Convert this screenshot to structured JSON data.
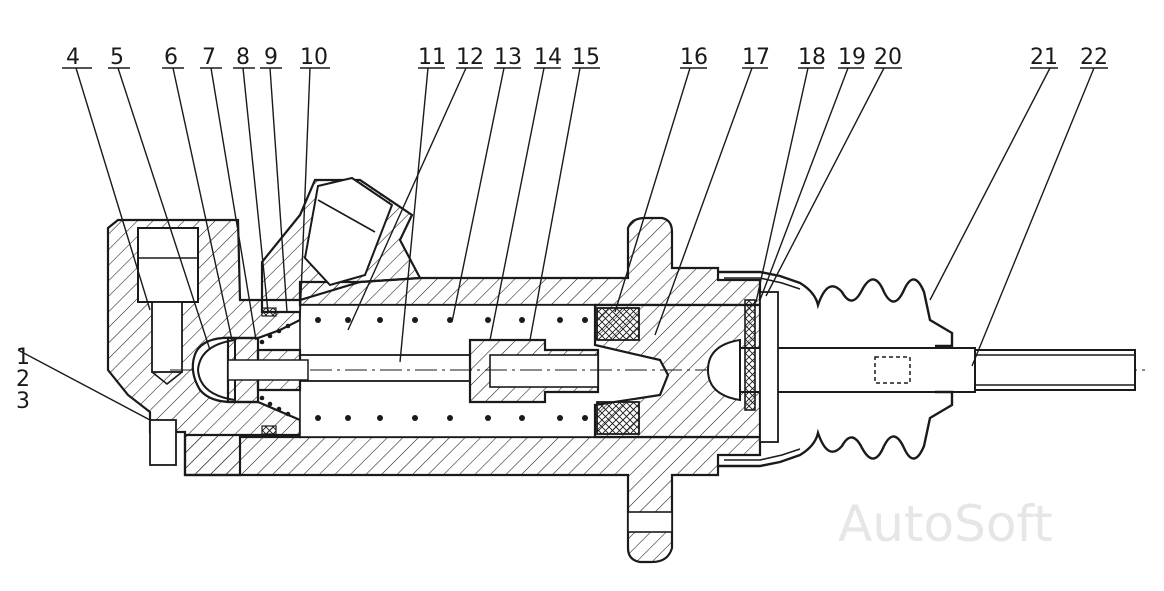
{
  "diagram": {
    "labels": [
      {
        "id": "l1",
        "text": "1"
      },
      {
        "id": "l2",
        "text": "2"
      },
      {
        "id": "l3",
        "text": "3"
      },
      {
        "id": "l4",
        "text": "4"
      },
      {
        "id": "l5",
        "text": "5"
      },
      {
        "id": "l6",
        "text": "6"
      },
      {
        "id": "l7",
        "text": "7"
      },
      {
        "id": "l8",
        "text": "8"
      },
      {
        "id": "l9",
        "text": "9"
      },
      {
        "id": "l10",
        "text": "10"
      },
      {
        "id": "l11",
        "text": "11"
      },
      {
        "id": "l12",
        "text": "12"
      },
      {
        "id": "l13",
        "text": "13"
      },
      {
        "id": "l14",
        "text": "14"
      },
      {
        "id": "l15",
        "text": "15"
      },
      {
        "id": "l16",
        "text": "16"
      },
      {
        "id": "l17",
        "text": "17"
      },
      {
        "id": "l18",
        "text": "18"
      },
      {
        "id": "l19",
        "text": "19"
      },
      {
        "id": "l20",
        "text": "20"
      },
      {
        "id": "l21",
        "text": "21"
      },
      {
        "id": "l22",
        "text": "22"
      }
    ],
    "watermark": "AutoSoft"
  }
}
